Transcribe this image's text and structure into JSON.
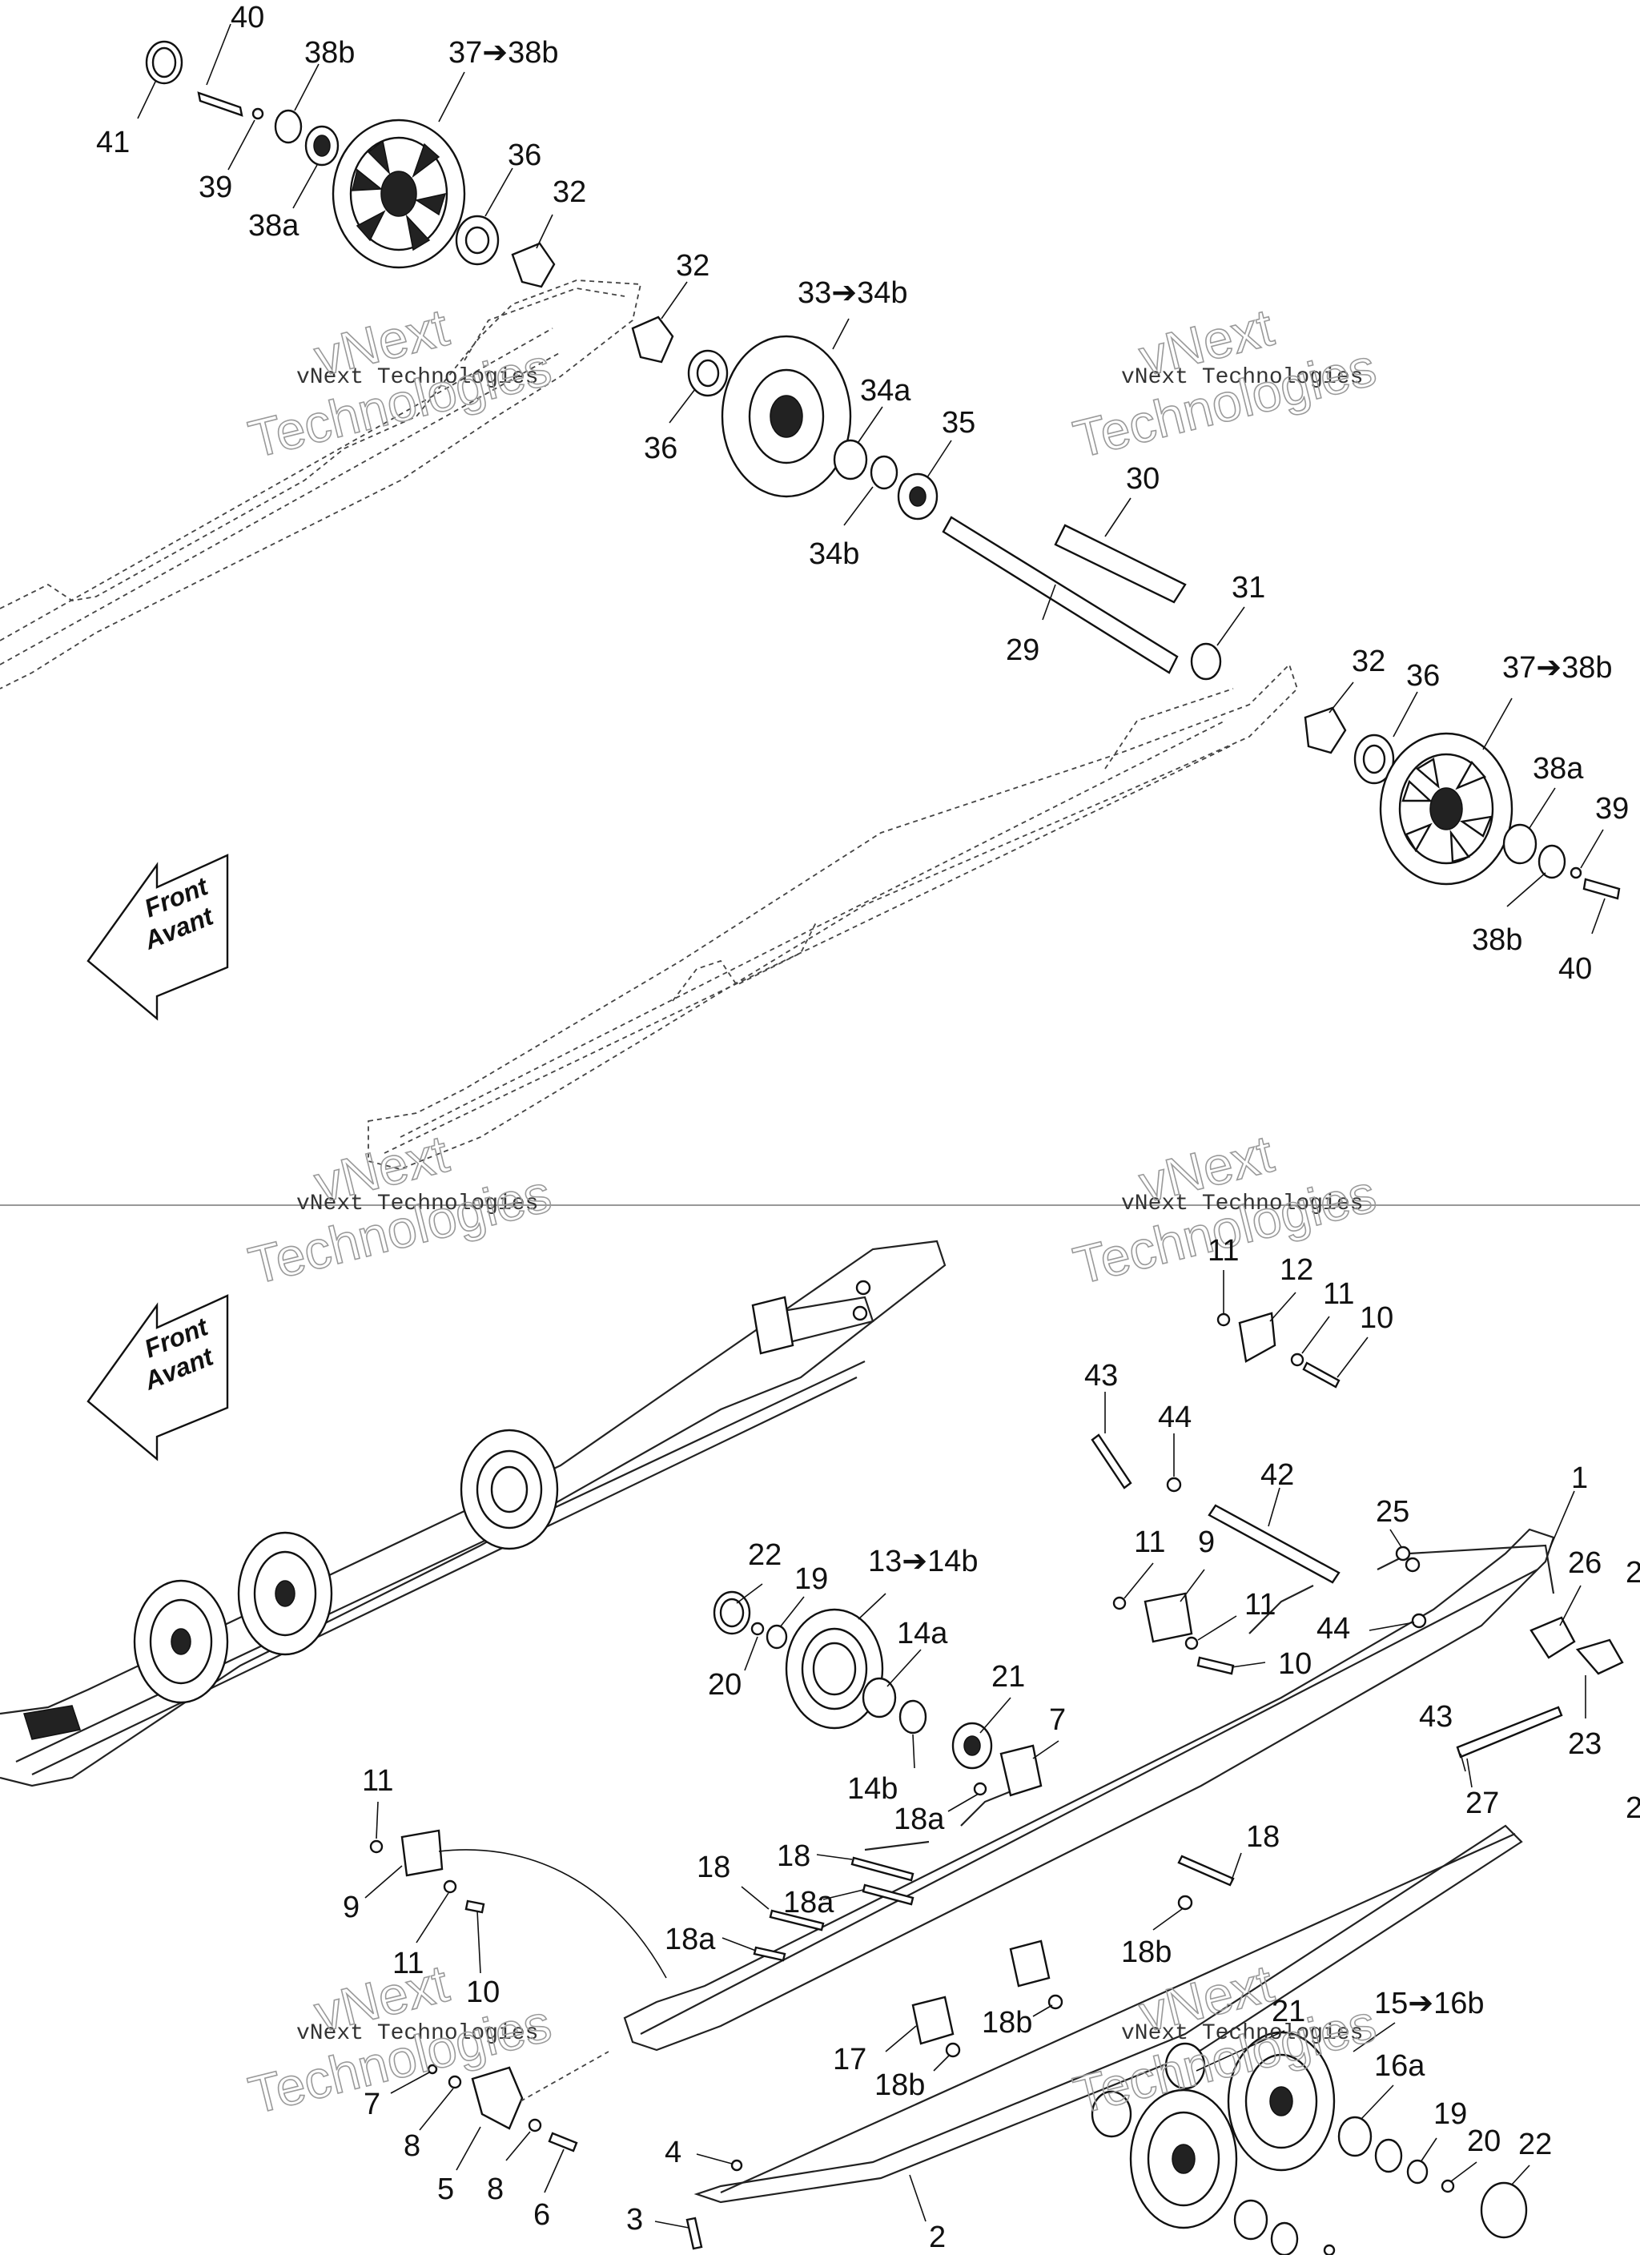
{
  "diagram": {
    "watermarks": [
      {
        "line1": "vNext Technologies",
        "line2": "vNext",
        "line3": "Technologies"
      },
      {
        "line1": "vNext Technologies",
        "line2": "vNext",
        "line3": "Technologies"
      },
      {
        "line1": "vNext Technologies",
        "line2": "vNext",
        "line3": "Technologies"
      },
      {
        "line1": "vNext Technologies",
        "line2": "vNext",
        "line3": "Technologies"
      },
      {
        "line1": "vNext Technologies",
        "line2": "vNext",
        "line3": "Technologies"
      },
      {
        "line1": "vNext Technologies",
        "line2": "vNext",
        "line3": "Technologies"
      }
    ],
    "front_arrows": [
      {
        "line1": "Front",
        "line2": "Avant"
      },
      {
        "line1": "Front",
        "line2": "Avant"
      }
    ],
    "top_labels": [
      "40",
      "41",
      "39",
      "38b",
      "38a",
      "37➔38b",
      "36",
      "32",
      "32",
      "33➔34b",
      "36",
      "34a",
      "35",
      "34b",
      "30",
      "29",
      "31",
      "32",
      "36",
      "37➔38b",
      "38a",
      "39",
      "38b",
      "40"
    ],
    "bottom_labels": [
      "11",
      "12",
      "11",
      "10",
      "43",
      "44",
      "42",
      "1",
      "25",
      "26",
      "2",
      "11",
      "9",
      "11",
      "10",
      "44",
      "23",
      "43",
      "27",
      "2",
      "22",
      "19",
      "20",
      "13➔14b",
      "14a",
      "21",
      "7",
      "14b",
      "18a",
      "18",
      "18",
      "18a",
      "18a",
      "18",
      "18b",
      "11",
      "9",
      "11",
      "10",
      "18b",
      "17",
      "18b",
      "21",
      "15➔16b",
      "16a",
      "7",
      "8",
      "5",
      "8",
      "6",
      "19",
      "20",
      "22",
      "4",
      "3",
      "2"
    ],
    "colors": {
      "line": "#111111",
      "background": "#ffffff"
    }
  }
}
